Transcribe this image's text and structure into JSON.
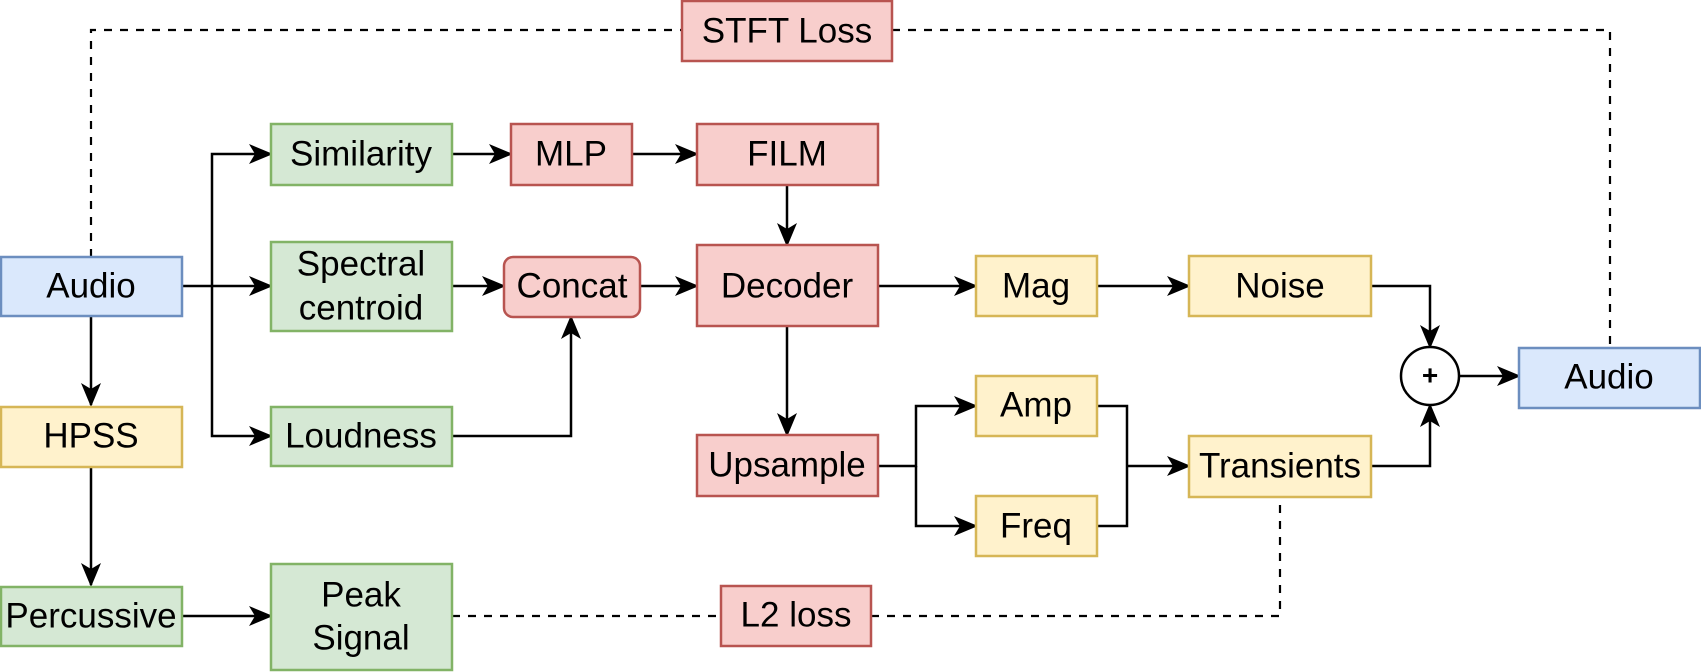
{
  "nodes": {
    "stft_loss": "STFT Loss",
    "audio_in": "Audio",
    "hpss": "HPSS",
    "percussive": "Percussive",
    "peak_signal": [
      "Peak",
      "Signal"
    ],
    "similarity": "Similarity",
    "spectral_centroid": [
      "Spectral",
      "centroid"
    ],
    "loudness": "Loudness",
    "mlp": "MLP",
    "film": "FILM",
    "concat": "Concat",
    "decoder": "Decoder",
    "upsample": "Upsample",
    "l2_loss": "L2 loss",
    "mag": "Mag",
    "noise": "Noise",
    "amp": "Amp",
    "freq": "Freq",
    "transients": "Transients",
    "audio_out": "Audio",
    "sum": "+"
  },
  "colors": {
    "blue_fill": "#dae8fc",
    "blue_stroke": "#6c8ebf",
    "green_fill": "#d5e8d4",
    "green_stroke": "#82b366",
    "red_fill": "#f8cecc",
    "red_stroke": "#b85450",
    "yellow_fill": "#fff2cc",
    "yellow_stroke": "#d6b656"
  }
}
